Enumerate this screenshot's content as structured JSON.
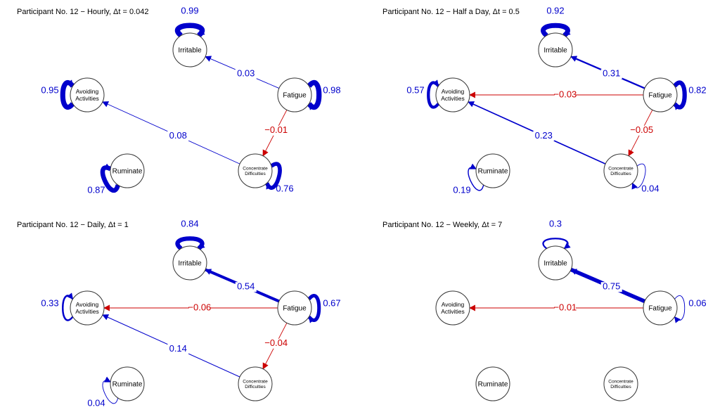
{
  "colors": {
    "positive": "#0000cc",
    "negative": "#cc0000"
  },
  "nodes": [
    {
      "id": "irr",
      "lines": [
        "Irritable"
      ]
    },
    {
      "id": "fat",
      "lines": [
        "Fatigue"
      ]
    },
    {
      "id": "avo",
      "lines": [
        "Avoiding",
        "Activities"
      ]
    },
    {
      "id": "rum",
      "lines": [
        "Ruminate"
      ]
    },
    {
      "id": "con",
      "lines": [
        "Concentrate",
        "Difficulties"
      ]
    }
  ],
  "panels": [
    {
      "title": "Participant No. 12 − Hourly, Δt = 0.042",
      "edges": [
        {
          "from": "fat",
          "to": "irr",
          "value": "0.03",
          "sign": 1,
          "weight": 0.03
        },
        {
          "from": "con",
          "to": "avo",
          "value": "0.08",
          "sign": 1,
          "weight": 0.08
        },
        {
          "from": "fat",
          "to": "con",
          "value": "−0.01",
          "sign": -1,
          "weight": 0.01
        }
      ],
      "loops": [
        {
          "node": "irr",
          "value": "0.99",
          "weight": 0.99
        },
        {
          "node": "fat",
          "value": "0.98",
          "weight": 0.98
        },
        {
          "node": "avo",
          "value": "0.95",
          "weight": 0.95
        },
        {
          "node": "rum",
          "value": "0.87",
          "weight": 0.87
        },
        {
          "node": "con",
          "value": "0.76",
          "weight": 0.76
        }
      ]
    },
    {
      "title": "Participant No. 12 − Half a Day, Δt = 0.5",
      "edges": [
        {
          "from": "fat",
          "to": "irr",
          "value": "0.31",
          "sign": 1,
          "weight": 0.31
        },
        {
          "from": "fat",
          "to": "avo",
          "value": "−0.03",
          "sign": -1,
          "weight": 0.03
        },
        {
          "from": "con",
          "to": "avo",
          "value": "0.23",
          "sign": 1,
          "weight": 0.23
        },
        {
          "from": "fat",
          "to": "con",
          "value": "−0.05",
          "sign": -1,
          "weight": 0.05
        }
      ],
      "loops": [
        {
          "node": "irr",
          "value": "0.92",
          "weight": 0.92
        },
        {
          "node": "fat",
          "value": "0.82",
          "weight": 0.82
        },
        {
          "node": "avo",
          "value": "0.57",
          "weight": 0.57
        },
        {
          "node": "rum",
          "value": "0.19",
          "weight": 0.19
        },
        {
          "node": "con",
          "value": "0.04",
          "weight": 0.04
        }
      ]
    },
    {
      "title": "Participant No. 12 − Daily, Δt = 1",
      "edges": [
        {
          "from": "fat",
          "to": "irr",
          "value": "0.54",
          "sign": 1,
          "weight": 0.54
        },
        {
          "from": "fat",
          "to": "avo",
          "value": "−0.06",
          "sign": -1,
          "weight": 0.06
        },
        {
          "from": "con",
          "to": "avo",
          "value": "0.14",
          "sign": 1,
          "weight": 0.14
        },
        {
          "from": "fat",
          "to": "con",
          "value": "−0.04",
          "sign": -1,
          "weight": 0.04
        }
      ],
      "loops": [
        {
          "node": "irr",
          "value": "0.84",
          "weight": 0.84
        },
        {
          "node": "fat",
          "value": "0.67",
          "weight": 0.67
        },
        {
          "node": "avo",
          "value": "0.33",
          "weight": 0.33
        },
        {
          "node": "rum",
          "value": "0.04",
          "weight": 0.04
        }
      ]
    },
    {
      "title": "Participant No. 12 − Weekly, Δt = 7",
      "edges": [
        {
          "from": "fat",
          "to": "irr",
          "value": "0.75",
          "sign": 1,
          "weight": 0.75
        },
        {
          "from": "fat",
          "to": "avo",
          "value": "−0.01",
          "sign": -1,
          "weight": 0.01
        }
      ],
      "loops": [
        {
          "node": "irr",
          "value": "0.3",
          "weight": 0.3
        },
        {
          "node": "fat",
          "value": "0.06",
          "weight": 0.06
        }
      ]
    }
  ]
}
